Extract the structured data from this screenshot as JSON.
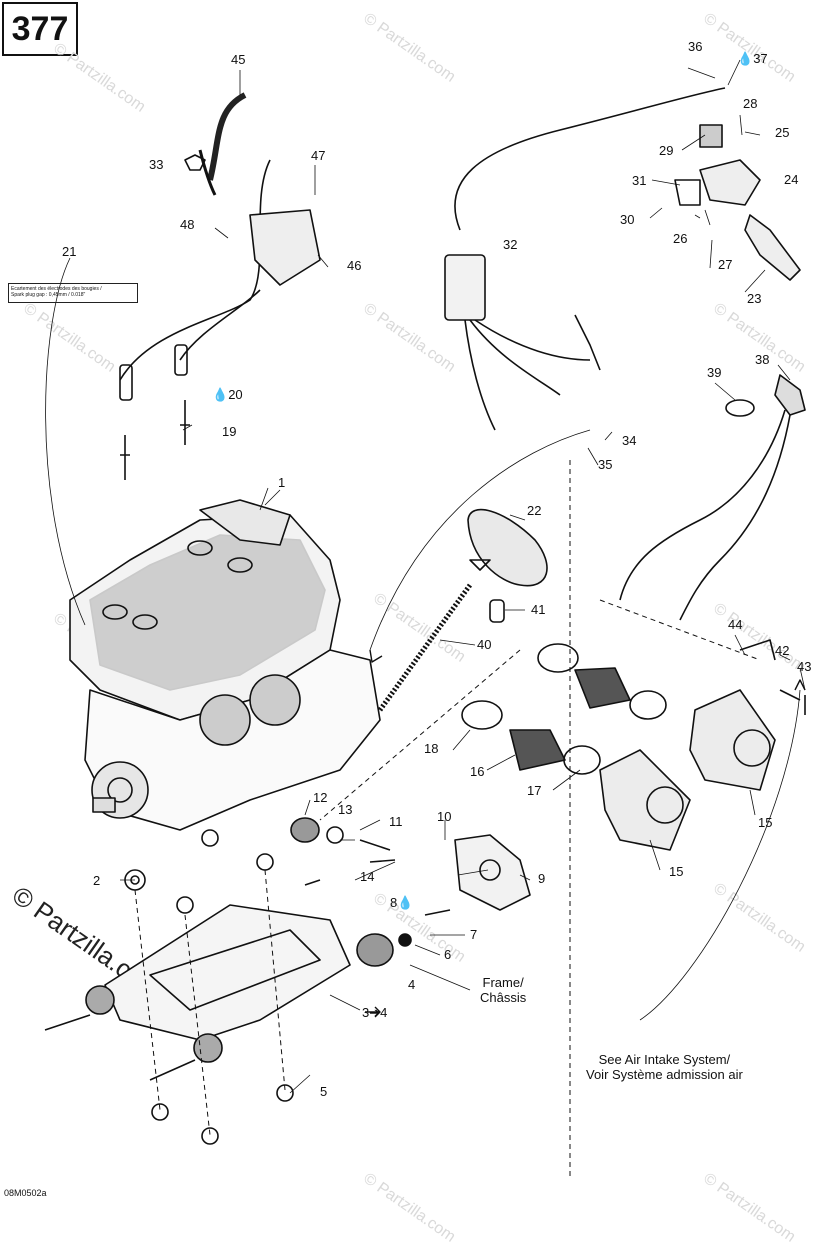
{
  "page_number": "377",
  "diagram_code": "08M0502a",
  "watermark": "© Partzilla.com",
  "spark_gap_note": {
    "line1": "Ecartement des électrodes des bougies / ",
    "line2": "Spark plug gap : 0,45mm / 0.018\""
  },
  "frame_label": [
    "Frame/",
    "Châssis"
  ],
  "air_intake_note": [
    "See Air Intake System/",
    "Voir Système admission air"
  ],
  "callouts": [
    {
      "id": "1",
      "label": "1"
    },
    {
      "id": "2",
      "label": "2"
    },
    {
      "id": "3",
      "label": "3➔4"
    },
    {
      "id": "4",
      "label": "4"
    },
    {
      "id": "5",
      "label": "5"
    },
    {
      "id": "6",
      "label": "6"
    },
    {
      "id": "7",
      "label": "7"
    },
    {
      "id": "8",
      "label": "8"
    },
    {
      "id": "9",
      "label": "9"
    },
    {
      "id": "10",
      "label": "10"
    },
    {
      "id": "11",
      "label": "11"
    },
    {
      "id": "12",
      "label": "12"
    },
    {
      "id": "13",
      "label": "13"
    },
    {
      "id": "14",
      "label": "14"
    },
    {
      "id": "15a",
      "label": "15"
    },
    {
      "id": "15b",
      "label": "15"
    },
    {
      "id": "16",
      "label": "16"
    },
    {
      "id": "17",
      "label": "17"
    },
    {
      "id": "18",
      "label": "18"
    },
    {
      "id": "19",
      "label": "19"
    },
    {
      "id": "20",
      "label": "20"
    },
    {
      "id": "21",
      "label": "21"
    },
    {
      "id": "22",
      "label": "22"
    },
    {
      "id": "23",
      "label": "23"
    },
    {
      "id": "24",
      "label": "24"
    },
    {
      "id": "25",
      "label": "25"
    },
    {
      "id": "26",
      "label": "26"
    },
    {
      "id": "27",
      "label": "27"
    },
    {
      "id": "28",
      "label": "28"
    },
    {
      "id": "29",
      "label": "29"
    },
    {
      "id": "30",
      "label": "30"
    },
    {
      "id": "31",
      "label": "31"
    },
    {
      "id": "32",
      "label": "32"
    },
    {
      "id": "33",
      "label": "33"
    },
    {
      "id": "34",
      "label": "34"
    },
    {
      "id": "35",
      "label": "35"
    },
    {
      "id": "36",
      "label": "36"
    },
    {
      "id": "37",
      "label": "37"
    },
    {
      "id": "38",
      "label": "38"
    },
    {
      "id": "39",
      "label": "39"
    },
    {
      "id": "40",
      "label": "40"
    },
    {
      "id": "41",
      "label": "41"
    },
    {
      "id": "42",
      "label": "42"
    },
    {
      "id": "43",
      "label": "43"
    },
    {
      "id": "44",
      "label": "44"
    },
    {
      "id": "45",
      "label": "45"
    },
    {
      "id": "46",
      "label": "46"
    },
    {
      "id": "47",
      "label": "47"
    },
    {
      "id": "48",
      "label": "48"
    }
  ],
  "icons": {
    "drop": "oil-drop-icon"
  }
}
